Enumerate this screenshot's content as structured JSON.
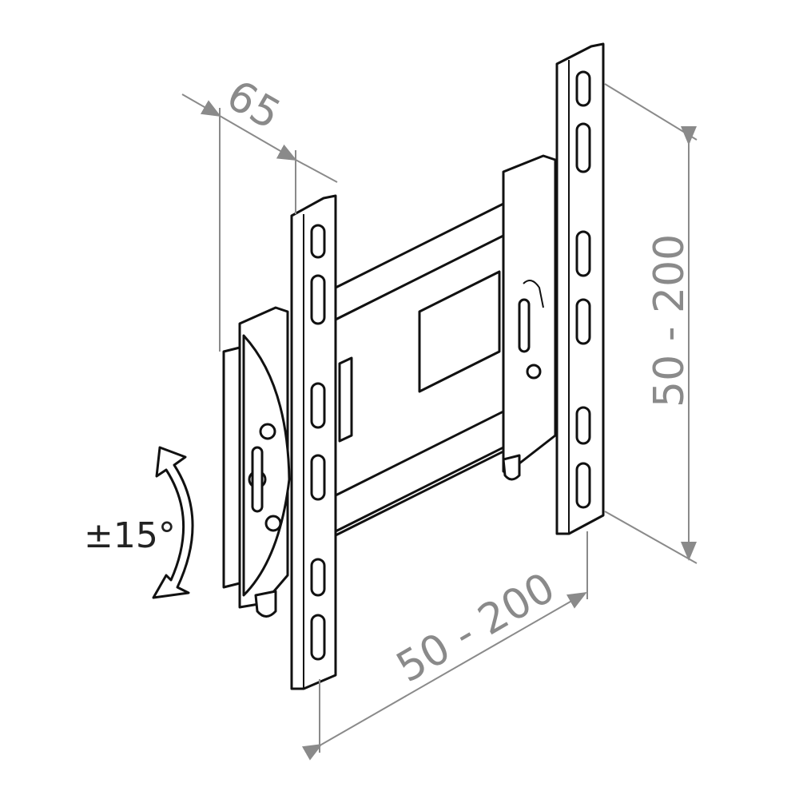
{
  "diagram": {
    "depth_label": "65",
    "vertical_range_label": "50 - 200",
    "horizontal_range_label": "50 - 200",
    "tilt_label": "±15°",
    "colors": {
      "outline": "#111111",
      "dimension": "#8a8a8a"
    }
  }
}
